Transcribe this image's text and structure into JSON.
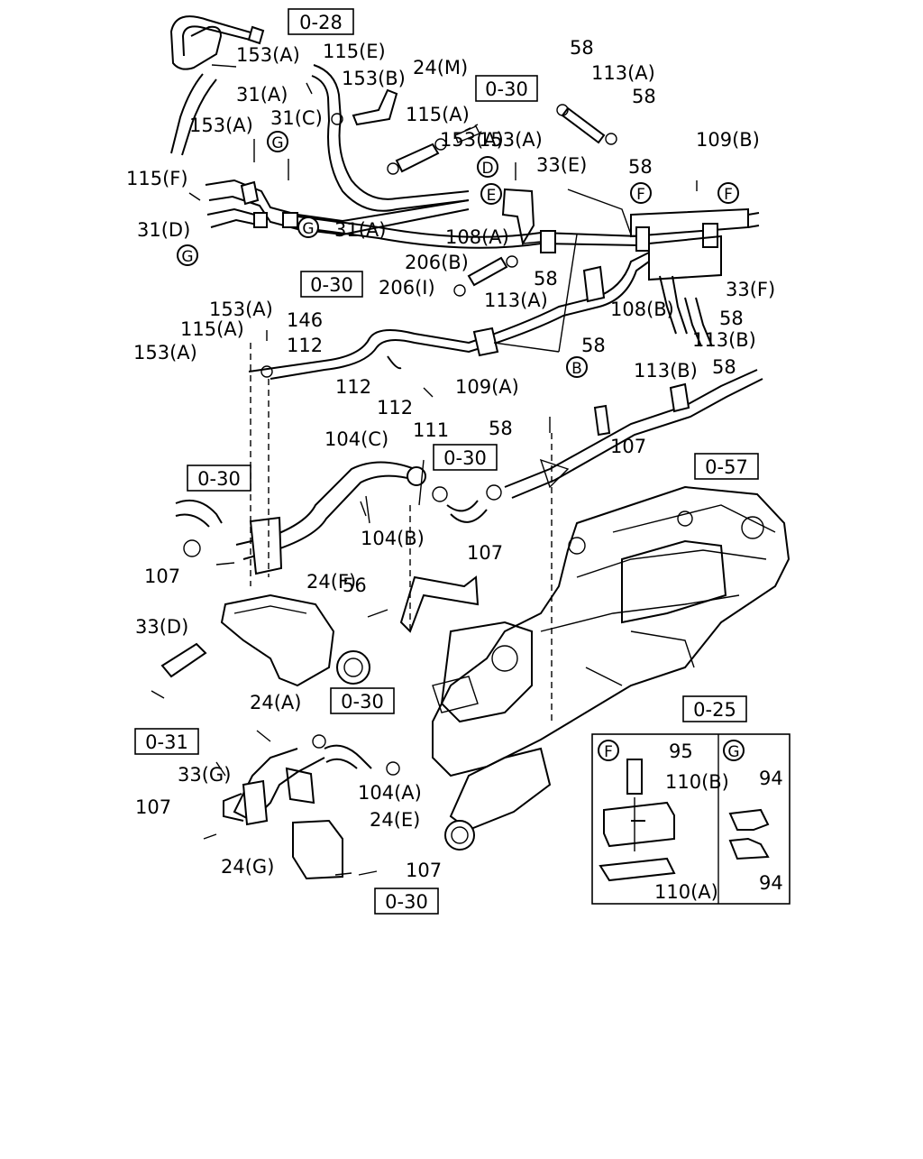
{
  "ref_boxes": [
    "0-28",
    "0-30",
    "0-30",
    "0-30",
    "0-30",
    "0-57",
    "0-25",
    "0-30",
    "0-31",
    "0-30"
  ],
  "callouts": [
    "153(A)",
    "115(E)",
    "24(M)",
    "153(B)",
    "31(A)",
    "31(C)",
    "153(A)",
    "115(A)",
    "153(A)",
    "153(A)",
    "115(F)",
    "31(D)",
    "31(A)",
    "33(E)",
    "108(A)",
    "206(B)",
    "206(I)",
    "153(A)",
    "115(A)",
    "153(A)",
    "146",
    "112",
    "112",
    "112",
    "111",
    "109(A)",
    "113(A)",
    "58",
    "58",
    "58",
    "113(A)",
    "58",
    "109(B)",
    "33(F)",
    "108(B)",
    "58",
    "58",
    "113(B)",
    "113(B)",
    "58",
    "58",
    "107",
    "104(C)",
    "104(B)",
    "107",
    "107",
    "24(F)",
    "56",
    "33(D)",
    "24(A)",
    "33(G)",
    "107",
    "104(A)",
    "24(E)",
    "24(G)",
    "107",
    "33(F)"
  ],
  "circle_markers": [
    "G",
    "G",
    "G",
    "D",
    "E",
    "F",
    "F",
    "B"
  ],
  "inset_f": {
    "letter": "F",
    "labels": [
      "95",
      "110(B)",
      "110(A)"
    ]
  },
  "inset_g": {
    "letter": "G",
    "labels": [
      "94",
      "94"
    ]
  }
}
